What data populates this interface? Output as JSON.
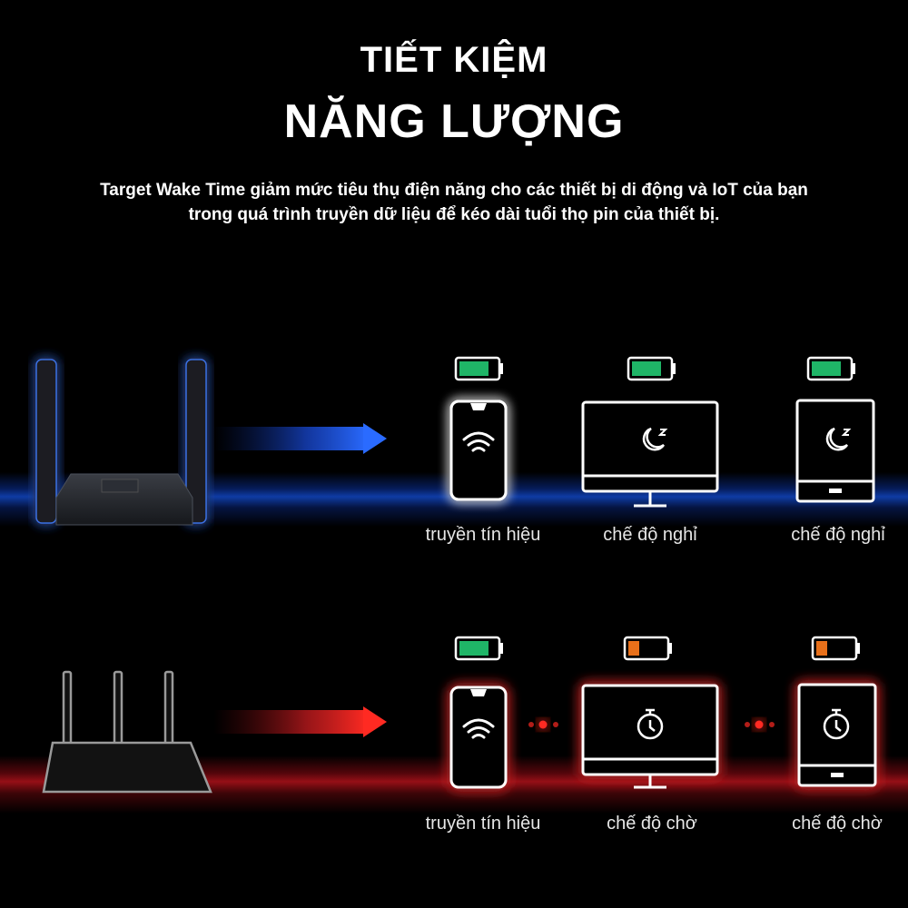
{
  "header": {
    "title_line1": "TIẾT KIỆM",
    "title_line2": "NĂNG LƯỢNG",
    "description_line1": "Target Wake Time giảm mức tiêu thụ điện năng cho các thiết bị di động và IoT của bạn",
    "description_line2": "trong quá trình truyền dữ liệu để kéo dài tuổi thọ pin của thiết bị."
  },
  "rows": [
    {
      "variant": "with-twt",
      "glow_color": "#2a6bff",
      "devices": [
        {
          "type": "phone",
          "icon": "wifi-icon",
          "battery_level": 0.8,
          "battery_color": "#1fb567",
          "label": "truyền tín hiệu"
        },
        {
          "type": "monitor",
          "icon": "moon-sleep-icon",
          "battery_level": 0.8,
          "battery_color": "#1fb567",
          "label": "chế độ nghỉ"
        },
        {
          "type": "tablet",
          "icon": "moon-sleep-icon",
          "battery_level": 0.8,
          "battery_color": "#1fb567",
          "label": "chế độ nghỉ"
        }
      ]
    },
    {
      "variant": "without-twt",
      "glow_color": "#ff2a2a",
      "devices": [
        {
          "type": "phone",
          "icon": "wifi-icon",
          "battery_level": 0.8,
          "battery_color": "#1fb567",
          "label": "truyền tín hiệu"
        },
        {
          "type": "monitor",
          "icon": "stopwatch-icon",
          "battery_level": 0.3,
          "battery_color": "#e8701a",
          "label": "chế độ chờ"
        },
        {
          "type": "tablet",
          "icon": "stopwatch-icon",
          "battery_level": 0.3,
          "battery_color": "#e8701a",
          "label": "chế độ chờ"
        }
      ]
    }
  ]
}
